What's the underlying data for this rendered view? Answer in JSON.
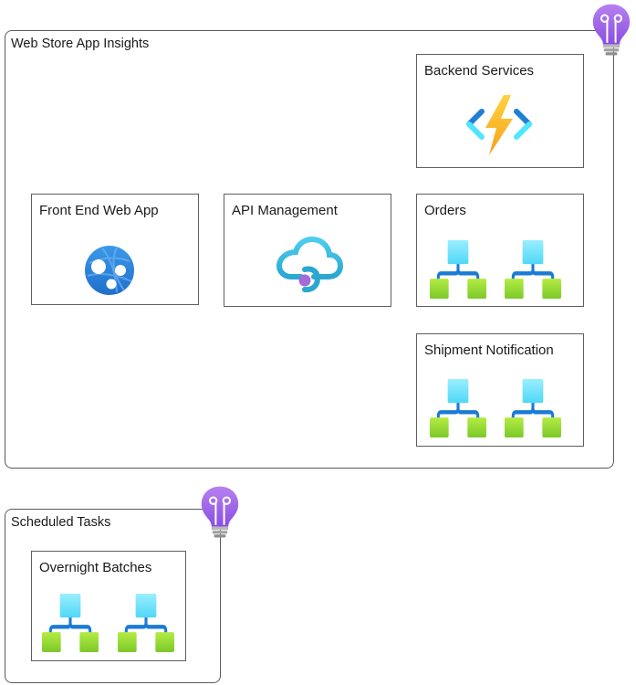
{
  "diagram": {
    "groups": [
      {
        "id": "web-store",
        "title": "Web Store App Insights",
        "badge_icon": "application-insights-icon",
        "nodes": [
          {
            "id": "backend-services",
            "title": "Backend Services",
            "icon": "function-app-icon"
          },
          {
            "id": "front-end-web-app",
            "title": "Front End Web App",
            "icon": "app-service-icon"
          },
          {
            "id": "api-management",
            "title": "API Management",
            "icon": "api-management-icon"
          },
          {
            "id": "orders",
            "title": "Orders",
            "icon": "logic-apps-icon"
          },
          {
            "id": "shipment-notification",
            "title": "Shipment Notification",
            "icon": "logic-apps-icon"
          }
        ]
      },
      {
        "id": "scheduled-tasks",
        "title": "Scheduled Tasks",
        "badge_icon": "application-insights-icon",
        "nodes": [
          {
            "id": "overnight-batches",
            "title": "Overnight Batches",
            "icon": "logic-apps-icon"
          }
        ]
      }
    ],
    "colors": {
      "insights_purple": "#9B5DE5",
      "function_yellow": "#FFB900",
      "function_bracket_dark": "#1E7FD4",
      "function_bracket_light": "#50E6FF",
      "app_service_blue": "#2E8BE0",
      "apim_cyan": "#32BEDD",
      "apim_purple": "#A36BD6",
      "logic_top": "#6FE3FF",
      "logic_bottom": "#8CD630",
      "logic_connector": "#1A7BD6"
    }
  }
}
